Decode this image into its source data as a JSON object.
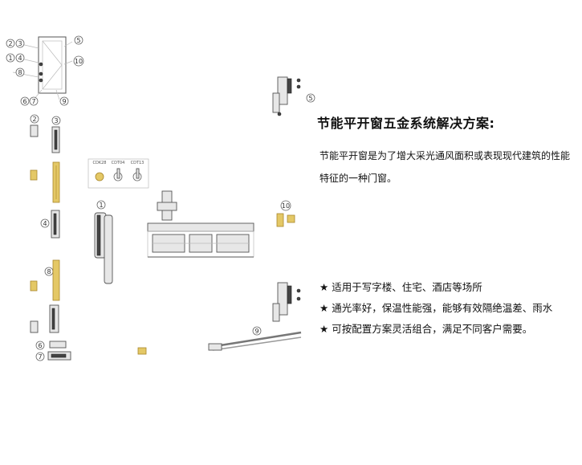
{
  "title": "节能平开窗五金系统解决方案:",
  "description": "节能平开窗是为了增大采光通风面积或表现现代建筑的性能特征的一种门窗。",
  "bullets": [
    "适用于写字楼、住宅、酒店等场所",
    "通光率好，保温性能强，能够有效隔绝温差、雨水",
    "可按配置方案灵活组合，满足不同客户需要。"
  ],
  "bullet_symbol": "★",
  "diagram": {
    "callouts": [
      "1",
      "2",
      "3",
      "4",
      "5",
      "6",
      "7",
      "8",
      "9",
      "10"
    ],
    "model_labels": [
      "CDK28",
      "CDT04",
      "CDT13"
    ]
  },
  "colors": {
    "gold": "#d8b84a",
    "line": "#555555",
    "gray": "#9a9a9a"
  }
}
